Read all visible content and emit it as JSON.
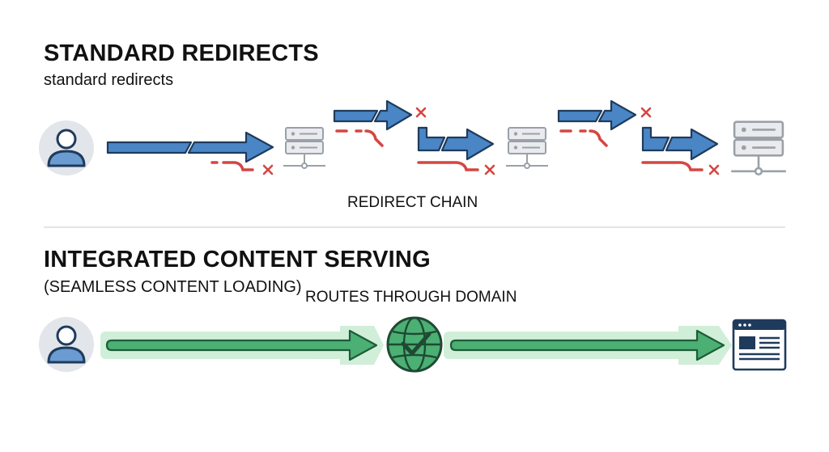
{
  "standard": {
    "title": "STANDARD REDIRECTS",
    "subtitle": "standard redirects",
    "chain_label": "REDIRECT CHAIN"
  },
  "integrated": {
    "title": "INTEGRATED CONTENT SERVING",
    "subtitle": "(SEAMLESS CONTENT LOADING)",
    "route_label": "ROUTES THROUGH DOMAIN"
  },
  "colors": {
    "redirect_arrow": "#4a86c5",
    "redirect_outline": "#1f3b5c",
    "failure": "#d64541",
    "server": "#9aa1a8",
    "seamless": "#4caf73",
    "seamless_glow": "#c8ecd2",
    "user": "#6a9bd1",
    "user_bg": "#e2e5ea"
  },
  "icons": {
    "user": "user-avatar-icon",
    "server": "server-stack-icon",
    "globe": "globe-check-icon",
    "webpage": "webpage-icon",
    "fail": "cross-icon"
  }
}
